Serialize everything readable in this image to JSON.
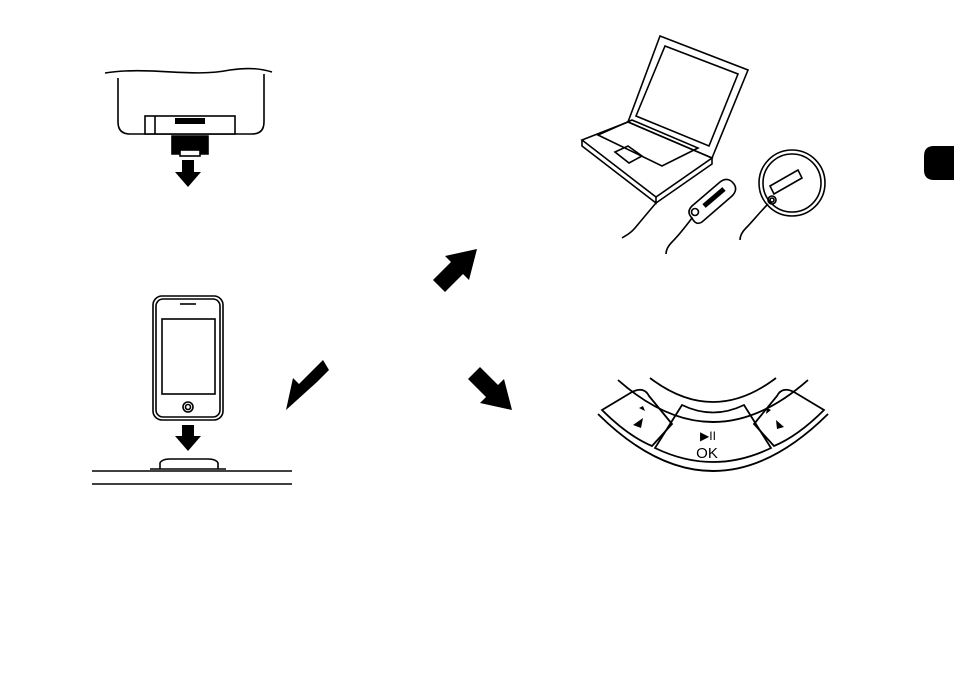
{
  "diagram": {
    "remote": {
      "label_play_pause": "▶II",
      "label_ok": "OK"
    },
    "tab_marker": {
      "color": "#000000"
    },
    "arrows": [
      "arrow-to-computer-players",
      "arrow-to-ipod-dock",
      "arrow-to-remote-buttons"
    ],
    "icons": [
      "dock-adapter-icon",
      "ipod-icon",
      "laptop-icon",
      "usb-player-icon",
      "cd-player-icon",
      "remote-buttons-icon"
    ]
  }
}
